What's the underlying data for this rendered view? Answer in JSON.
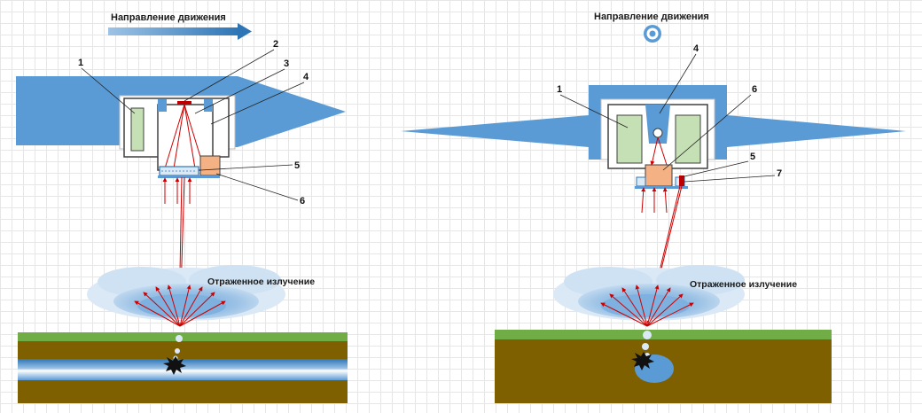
{
  "left_panel": {
    "direction_label": "Направление движения",
    "reflected_label": "Отраженное излучение",
    "callouts": [
      "1",
      "2",
      "3",
      "4",
      "5",
      "6"
    ]
  },
  "right_panel": {
    "direction_label": "Направление движения",
    "reflected_label": "Отраженное излучение",
    "callouts": [
      "1",
      "4",
      "6",
      "5",
      "7"
    ]
  },
  "colors": {
    "aircraft_blue": "#5b9bd5",
    "frame_grey": "#404040",
    "detector_green": "#c5e0b4",
    "source_orange": "#f4b183",
    "ray_red": "#cc0000",
    "grass_green": "#70ad47",
    "soil_brown": "#7f6000",
    "cloud_blue": "#9dc3e6",
    "arrow_blue": "#4a86c5"
  },
  "icons": {
    "direction_arrow": "right-arrow-icon",
    "direction_out_of_page": "out-of-page-icon",
    "leak_spot": "leak-burst-icon"
  }
}
